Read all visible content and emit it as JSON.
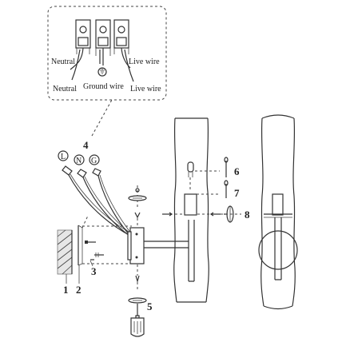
{
  "inset": {
    "wire_labels": {
      "neutral_upper": "Neutral",
      "neutral_lower": "Neutral",
      "ground": "Ground wire",
      "live_upper": "Live wire",
      "live_lower": "Live wire"
    }
  },
  "terminals": {
    "l": "L",
    "n": "N",
    "g": "G"
  },
  "callouts": {
    "c1": "1",
    "c2": "2",
    "c3": "3",
    "c4": "4",
    "c5": "5",
    "c6": "6",
    "c7": "7",
    "c8": "8"
  }
}
